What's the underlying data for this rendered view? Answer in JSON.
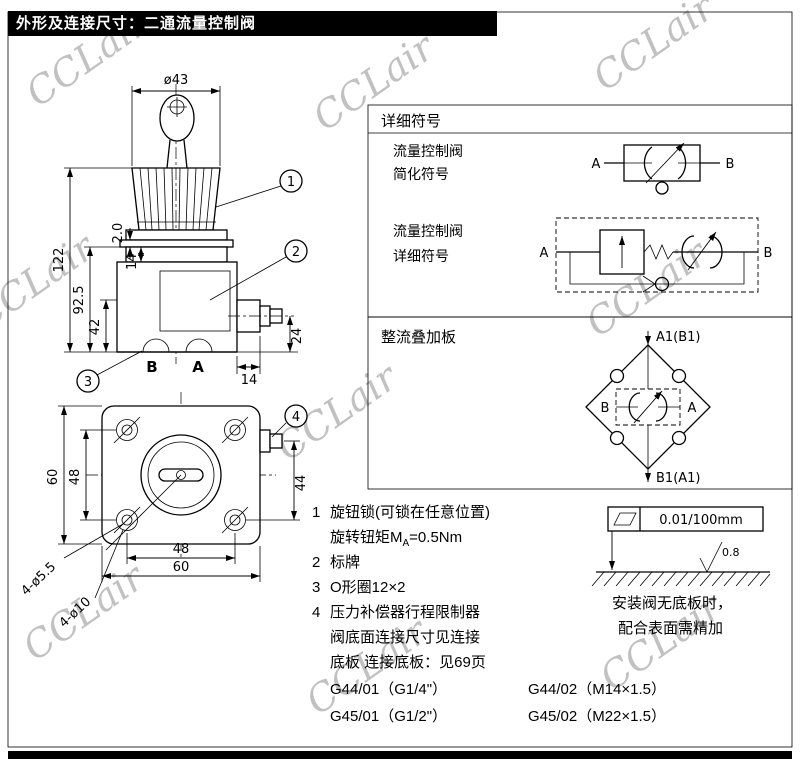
{
  "page": {
    "title": "外形及连接尺寸：二通流量控制阀",
    "watermark": "CCLair"
  },
  "front_view": {
    "dia": "ø43",
    "h122": "122",
    "h925": "92.5",
    "h42": "42",
    "t2": "2.0",
    "t14": "14",
    "v24": "24",
    "w14": "14",
    "port_b": "B",
    "port_a": "A",
    "c1": "1",
    "c2": "2",
    "c3": "3"
  },
  "bottom_view": {
    "left60": "60",
    "left48": "48",
    "right44": "44",
    "bot48": "48",
    "bot60": "60",
    "holes_small": "4-ø5.5",
    "holes_big": "4-ø10",
    "c4": "4"
  },
  "symbols_panel": {
    "title": "详细符号",
    "row1a": "流量控制阀",
    "row1b": "简化符号",
    "row2a": "流量控制阀",
    "row2b": "详细符号",
    "a": "A",
    "b": "B"
  },
  "rectifier_panel": {
    "title": "整流叠加板",
    "top_port": "A1(B1)",
    "bottom_port": "B1(A1)",
    "b": "B",
    "a": "A"
  },
  "notes": {
    "n1_num": "1",
    "n1_text": "旋钮锁(可锁在任意位置)",
    "n1_sub1": "旋转钮矩M",
    "n1_subscript": "A",
    "n1_sub2": "=0.5Nm",
    "n2_num": "2",
    "n2_text": "标牌",
    "n3_num": "3",
    "n3_text": "O形圈12×2",
    "n4_num": "4",
    "n4_text": "压力补偿器行程限制器",
    "n4_line2": "阀底面连接尺寸见连接",
    "n4_line3": "底板 连接底板：见69页",
    "pn_row1_left": "G44/01（G1/4\"）",
    "pn_row1_right": "G44/02（M14×1.5）",
    "pn_row2_left": "G45/01（G1/2\"）",
    "pn_row2_right": "G45/02（M22×1.5）"
  },
  "surface_note": {
    "flatness": "0.01/100mm",
    "roughness": "0.8",
    "line1": "安装阀无底板时，",
    "line2": "配合表面需精加"
  }
}
